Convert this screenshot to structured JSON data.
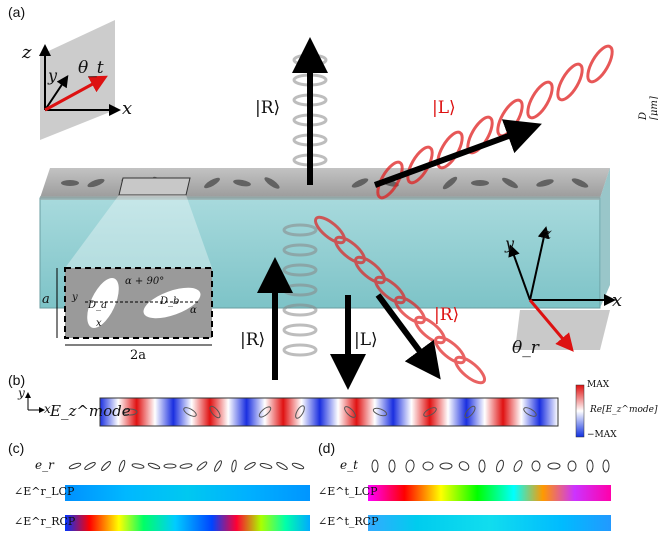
{
  "panel_labels": {
    "a": "(a)",
    "b": "(b)",
    "c": "(c)",
    "d": "(d)"
  },
  "top_left_axes": {
    "z": "z",
    "y": "y",
    "x": "x",
    "theta": "θ_t"
  },
  "bottom_right_axes": {
    "y": "y",
    "z": "z",
    "x": "x",
    "theta": "θ_r"
  },
  "beams": {
    "R_up": "|R⟩",
    "L_up": "|L⟩",
    "R_in": "|R⟩",
    "L_down": "|L⟩",
    "R_down": "|R⟩"
  },
  "inset": {
    "height_label": "a",
    "width_label": "2a",
    "angle_label": "α + 90°",
    "alpha_label": "α",
    "ellipse_a": "D_a",
    "ellipse_b": "D_b",
    "inset_x": "x",
    "inset_y": "y"
  },
  "panel_b": {
    "field_label": "E_z^mode",
    "max_label": "MAX",
    "min_label": "−MAX",
    "colorbar_label": "Re[E_z^mode]",
    "axis_x": "x",
    "axis_y": "y"
  },
  "panel_c": {
    "row1": "e_r",
    "row2": "∠E^r_LCP",
    "row3": "∠E^r_RCP"
  },
  "panel_d": {
    "row1": "e_t",
    "row2": "∠E^t_LCP",
    "row3": "∠E^t_RCP"
  },
  "cropped_right": {
    "axis": "D [μm]"
  },
  "colors": {
    "water": "#8fcfd3",
    "field_red": "#e01010",
    "field_blue": "#1030e0",
    "arrow": "#000000",
    "red_arrow": "#dd1111"
  }
}
